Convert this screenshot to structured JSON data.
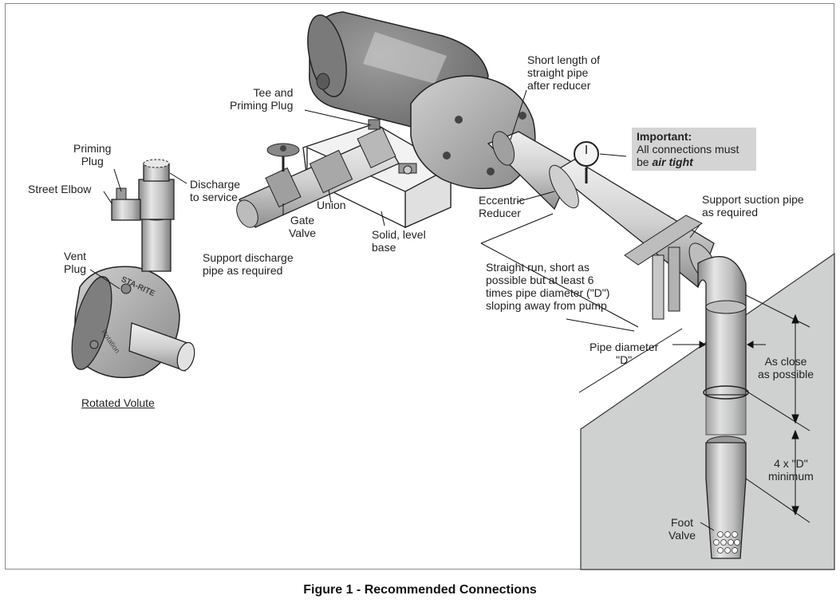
{
  "labels": {
    "priming_plug": "Priming\nPlug",
    "street_elbow": "Street Elbow",
    "discharge_to_service": "Discharge\nto service",
    "vent_plug": "Vent\nPlug",
    "rotated_volute": "Rotated Volute",
    "tee_priming_plug": "Tee and\nPriming Plug",
    "union": "Union",
    "gate_valve": "Gate\nValve",
    "solid_level_base": "Solid, level\nbase",
    "support_discharge": "Support discharge\npipe as required",
    "short_length": "Short length of\nstraight pipe\nafter reducer",
    "eccentric_reducer": "Eccentric\nReducer",
    "support_suction": "Support suction pipe\nas required",
    "straight_run": "Straight run, short as\npossible but at least 6\ntimes pipe diameter (\"D\")\nsloping away from pump",
    "pipe_diameter": "Pipe diameter\n\"D\"",
    "as_close": "As close\nas possible",
    "four_d_minimum": "4 x \"D\"\nminimum",
    "foot_valve": "Foot\nValve"
  },
  "important": {
    "title": "Important:",
    "line1": "All connections must",
    "line2_prefix": "be ",
    "line2_emph": "air tight"
  },
  "volute_text": "STA-RITE",
  "rotation_text": "Rotation",
  "caption": "Figure 1 - Recommended Connections"
}
